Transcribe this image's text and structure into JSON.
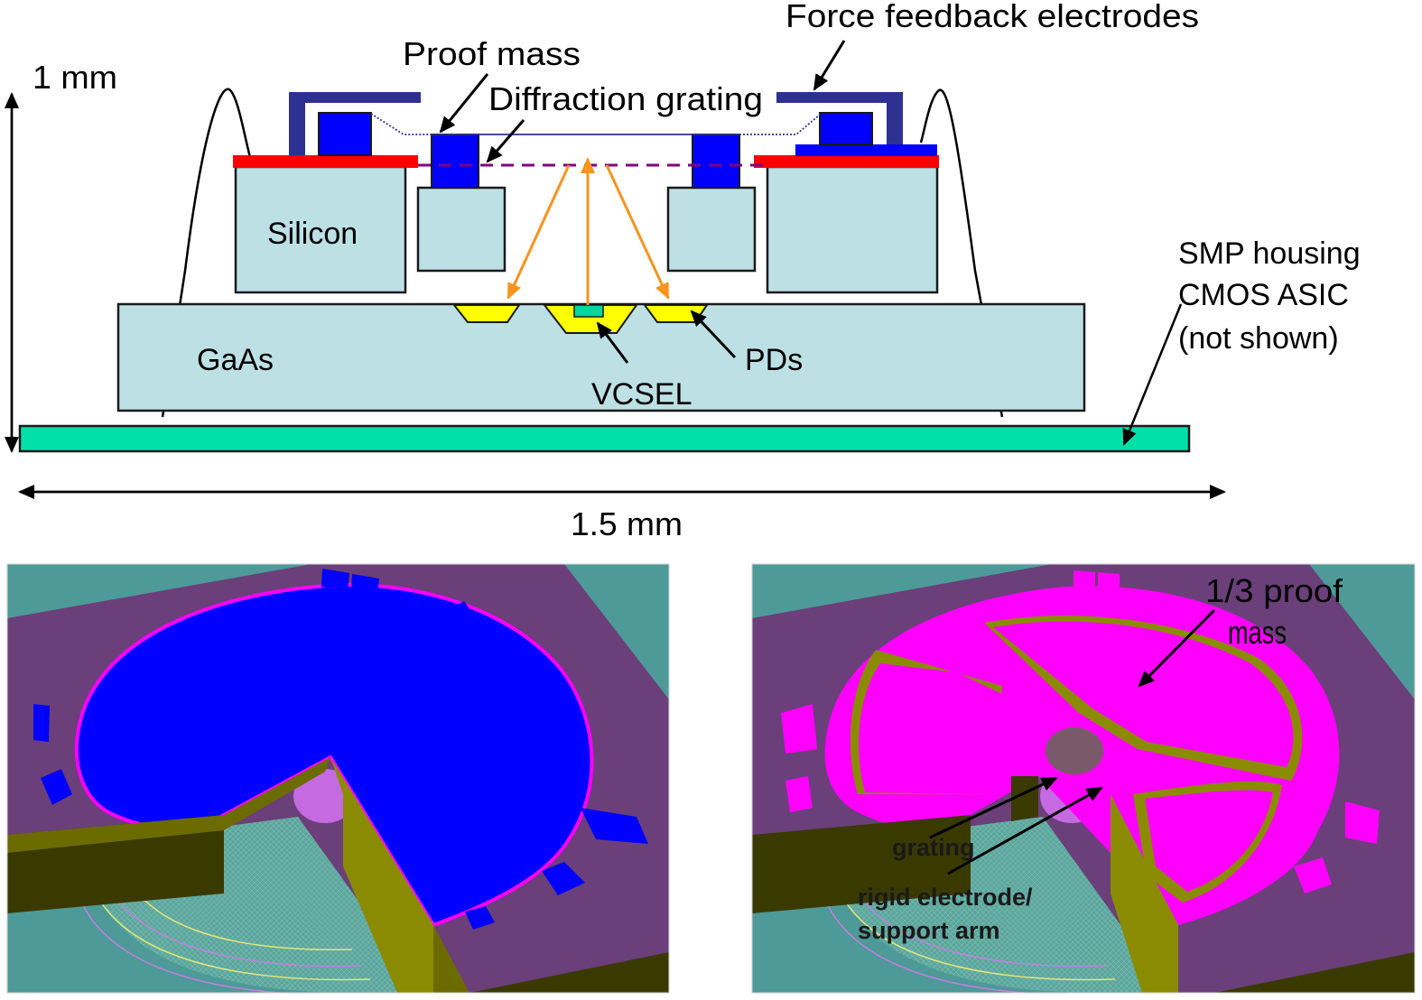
{
  "cross_section": {
    "labels": {
      "force_feedback": "Force feedback electrodes",
      "proof_mass": "Proof mass",
      "diffraction_grating": "Diffraction grating",
      "height_scale": "1 mm",
      "silicon": "Silicon",
      "gaas": "GaAs",
      "vcsel": "VCSEL",
      "pds": "PDs",
      "smp_line1": "SMP housing",
      "smp_line2": "CMOS ASIC",
      "smp_line3": "(not shown)",
      "width_scale": "1.5 mm"
    },
    "colors": {
      "silicon": "#bde0e5",
      "electrode_dark": "#2e3192",
      "proof_mass": "#0000ff",
      "oxide": "#ff0000",
      "grating": "#800080",
      "beam": "#f7941d",
      "photodiode": "#ffff00",
      "vcsel": "#00d8a0",
      "housing": "#00e0a8"
    }
  },
  "render_left": {
    "colors": {
      "background": "#4d9a98",
      "substrate": "#6b3f7a",
      "proof_mass": "#0000ff",
      "rim": "#ff00ff",
      "wall": "#8b8b00",
      "wall_dark": "#2f2f00"
    }
  },
  "render_right": {
    "labels": {
      "proof_mass_third_line1": "1/3 proof",
      "proof_mass_third_line2": "mass",
      "grating": "grating",
      "electrode_line1": "rigid electrode/",
      "electrode_line2": "support arm"
    },
    "colors": {
      "background": "#4d9a98",
      "substrate": "#6b3f7a",
      "proof_mass": "#ff00ff",
      "wall": "#8b8b00"
    }
  }
}
